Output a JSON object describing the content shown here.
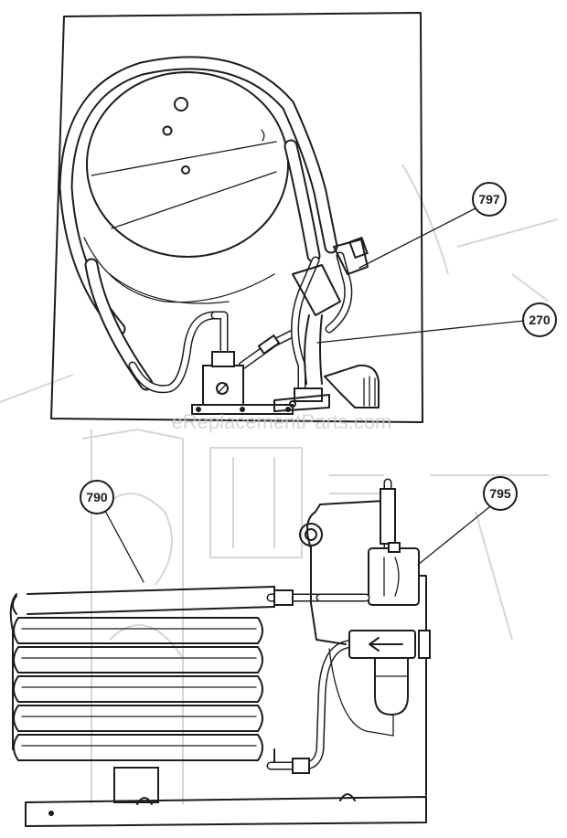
{
  "watermark": "eReplacementParts.com",
  "callouts": [
    {
      "id": "797"
    },
    {
      "id": "270"
    },
    {
      "id": "790"
    },
    {
      "id": "795"
    }
  ]
}
